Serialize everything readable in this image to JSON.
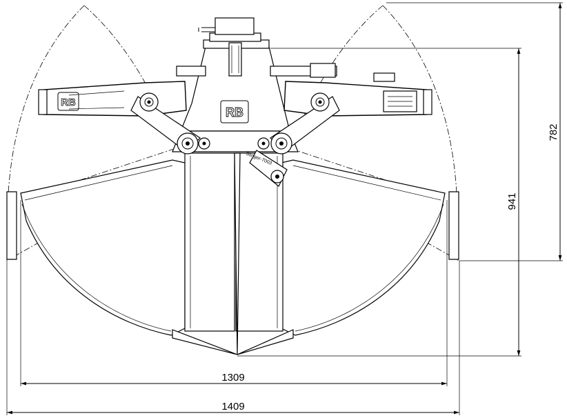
{
  "drawing": {
    "dimensions": {
      "width_outer": "1409",
      "width_inner": "1309",
      "height_closed": "941",
      "height_pivot": "782"
    },
    "labels": {
      "logo_left": "RB",
      "logo_center": "RB",
      "arm_label": "Stinger-7003"
    }
  }
}
